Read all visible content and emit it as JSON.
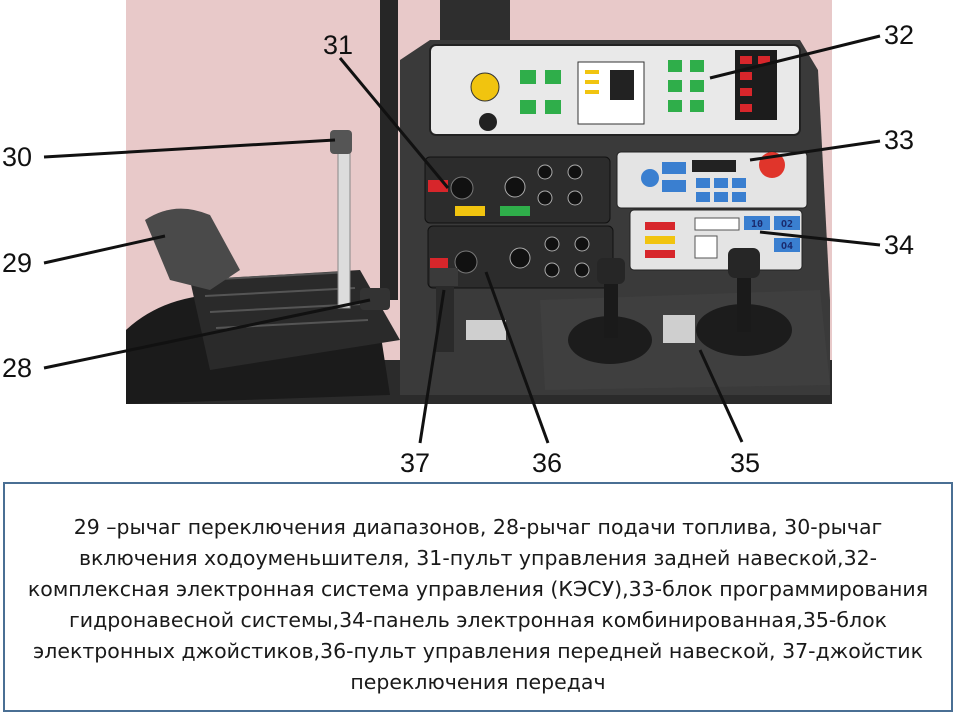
{
  "callouts": {
    "c28": "28",
    "c29": "29",
    "c30": "30",
    "c31": "31",
    "c32": "32",
    "c33": "33",
    "c34": "34",
    "c35": "35",
    "c36": "36",
    "c37": "37"
  },
  "panel_labels": {
    "key_10": "10",
    "key_o2": "O2",
    "key_o4": "O4"
  },
  "caption": {
    "text": "29 –рычаг переключения диапазонов, 28-рычаг подачи топлива, 30-рычаг включения ходоуменьшителя, 31-пульт управления задней навеской,32-комплексная электронная система управления (КЭСУ),33-блок программирования гидронавесной  системы,34-панель электронная комбинированная,35-блок электронных джойстиков,36-пульт управления передней навеской, 37-джойстик переключения передач"
  },
  "colors": {
    "photo_background": "#e8c9c9",
    "panel_dark": "#3b3b3b",
    "caption_border": "#4a6f94",
    "indicator_green": "#2fae4a",
    "indicator_red": "#d7262b",
    "indicator_yellow": "#f1c40f",
    "key_blue": "#3a7fd0"
  }
}
